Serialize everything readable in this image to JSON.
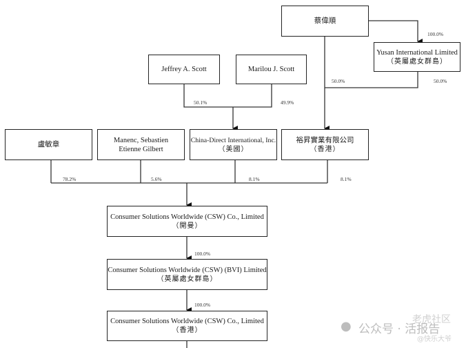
{
  "diagram": {
    "title": "Shareholding Structure",
    "entities": {
      "choi": {
        "name": "蔡偉順",
        "sub": ""
      },
      "yusan": {
        "name": "Yusan International Limited",
        "sub": "（英屬處女群島）"
      },
      "jeffrey": {
        "name": "Jeffrey A. Scott",
        "sub": ""
      },
      "marilou": {
        "name": "Marilou J. Scott",
        "sub": ""
      },
      "lo": {
        "name": "盧敏章",
        "sub": ""
      },
      "manenc": {
        "name": "Manenc, Sebastien Etienne Gilbert",
        "sub": ""
      },
      "china_direct": {
        "name": "China-Direct International, Inc.",
        "sub": "（美國）"
      },
      "yusheng": {
        "name": "裕昇實業有限公司",
        "sub": "（香港）"
      },
      "csw_cayman": {
        "name": "Consumer Solutions Worldwide (CSW) Co., Limited",
        "sub": "（開曼）"
      },
      "csw_bvi": {
        "name": "Consumer Solutions Worldwide (CSW) (BVI) Limited",
        "sub": "（英屬處女群島）"
      },
      "csw_hk": {
        "name": "Consumer Solutions Worldwide (CSW) Co., Limited",
        "sub": "（香港）"
      }
    },
    "edges": {
      "choi_to_yusan": "100.0%",
      "choi_to_yusheng": "50.0%",
      "yusan_to_yusheng": "50.0%",
      "jeffrey_to_china_direct": "50.1%",
      "marilou_to_china_direct": "49.9%",
      "lo_to_csw": "78.2%",
      "manenc_to_csw": "5.6%",
      "china_direct_to_csw": "8.1%",
      "yusheng_to_csw": "8.1%",
      "csw_cayman_to_bvi": "100.0%",
      "csw_bvi_to_hk": "100.0%"
    }
  },
  "watermark": {
    "line1": "公众号 · 活报告",
    "line2": "老虎社区",
    "line3": "@快乐大爷"
  }
}
